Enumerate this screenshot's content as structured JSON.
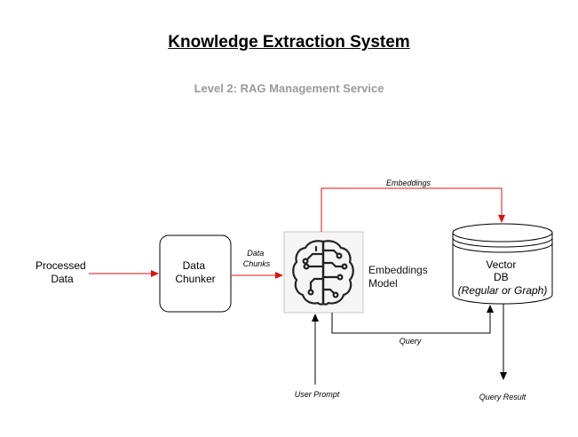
{
  "header": {
    "title": "Knowledge Extraction System",
    "subtitle": "Level 2: RAG Management Service"
  },
  "nodes": {
    "processed_data": [
      "Processed",
      "Data"
    ],
    "data_chunker": [
      "Data",
      "Chunker"
    ],
    "embeddings_model": [
      "Embeddings",
      "Model"
    ],
    "vector_db": [
      "Vector",
      "DB",
      "(Regular or Graph)"
    ]
  },
  "edges": {
    "data_chunks": [
      "Data",
      "Chunks"
    ],
    "embeddings": "Embeddings",
    "query": "Query",
    "user_prompt": "User Prompt",
    "query_result": "Query Result"
  },
  "icons": {
    "model": "brain-circuit-icon"
  },
  "colors": {
    "accent_arrow": "#e01010",
    "default_arrow": "#000000",
    "subtitle": "#9a9a9a",
    "model_box_fill": "#f5f5f5"
  }
}
